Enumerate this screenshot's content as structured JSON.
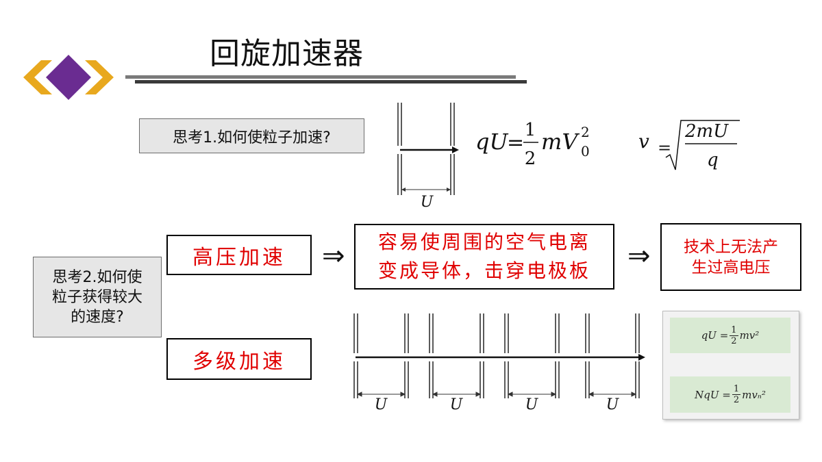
{
  "slide": {
    "title": "回旋加速器"
  },
  "think1": {
    "question": "思考1.如何使粒子加速?",
    "plate_label": "U",
    "formula_energy": "qU=½mV₀²",
    "formula_velocity": "v = √(2mU/q)"
  },
  "think2": {
    "question_line1": "思考2.如何使",
    "question_line2": "粒子获得较大",
    "question_line3": "的速度?"
  },
  "high_voltage": {
    "label": "高压加速",
    "implies": "⇒",
    "problem_line1": "容易使周围的空气电离",
    "problem_line2": "变成导体，击穿电极板",
    "implies2": "⇒",
    "conclusion_line1": "技术上无法产",
    "conclusion_line2": "生过高电压"
  },
  "multi_stage": {
    "label": "多级加速",
    "gap_labels": [
      "U",
      "U",
      "U",
      "U"
    ]
  },
  "formula_panel": {
    "row1_left": "qU =",
    "row1_num": "1",
    "row1_den": "2",
    "row1_right": "mv²",
    "row2_left": "NqU =",
    "row2_num": "1",
    "row2_den": "2",
    "row2_right": "mvₙ²"
  },
  "colors": {
    "logo_outer": "#E8A81E",
    "logo_inner": "#6A2C91",
    "warning_text": "#E00000",
    "formula_bg": "#D9EAD3"
  }
}
